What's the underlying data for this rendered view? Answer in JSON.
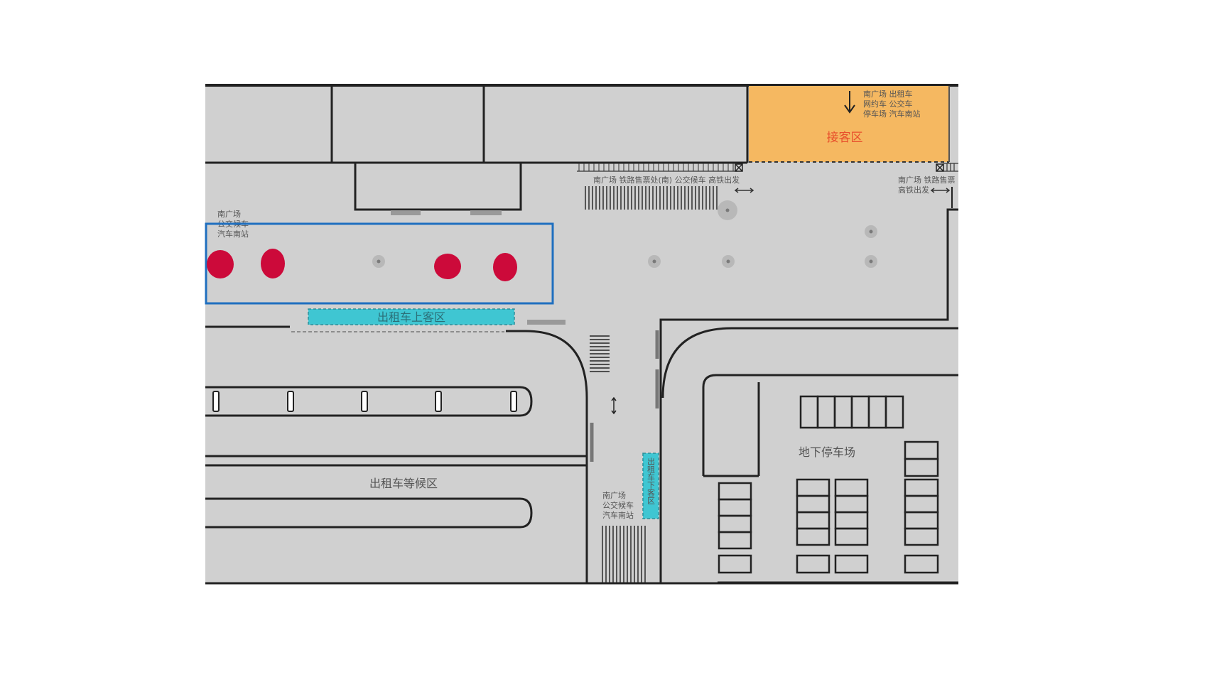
{
  "labels": {
    "pickup_area": "接客区",
    "direction_top": [
      "南广场 出租车",
      "网约车 公交车",
      "停车场 汽车南站"
    ],
    "direction_mid": "南广场  铁路售票处(南)  公交候车  高铁出发",
    "direction_right": [
      "南广场 铁路售票",
      "高铁出发"
    ],
    "direction_left": [
      "南广场",
      "公交候车",
      "汽车南站"
    ],
    "direction_bottom": [
      "南广场",
      "公交候车",
      "汽车南站"
    ],
    "taxi_boarding": "出租车上客区",
    "taxi_dropoff": "出租车下客区",
    "taxi_waiting": "出租车等候区",
    "underground_parking": "地下停车场"
  },
  "colors": {
    "map_background": "#d0d0d0",
    "pickup_area": "#f5b861",
    "taxi_zone": "#3fc6d2",
    "marker": "#cc0a3a",
    "highlight_box": "#1f6fbf"
  },
  "markers": {
    "count": 4,
    "highlight_present": true
  }
}
